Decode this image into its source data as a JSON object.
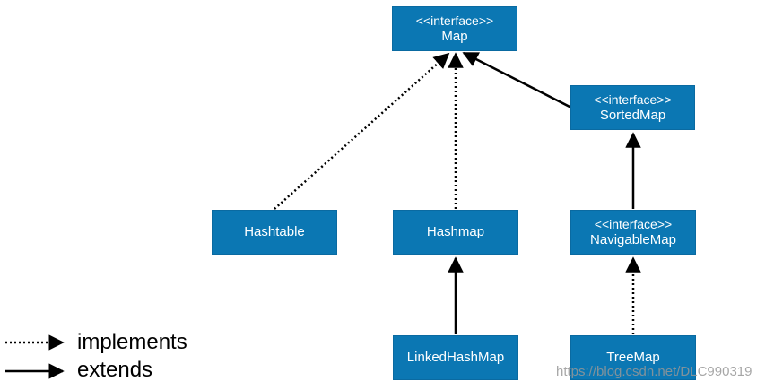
{
  "nodes": {
    "map": {
      "stereotype": "<<interface>>",
      "name": "Map"
    },
    "sortedmap": {
      "stereotype": "<<interface>>",
      "name": "SortedMap"
    },
    "hashtable": {
      "name": "Hashtable"
    },
    "hashmap": {
      "name": "Hashmap"
    },
    "navigablemap": {
      "stereotype": "<<interface>>",
      "name": "NavigableMap"
    },
    "linkedhashmap": {
      "name": "LinkedHashMap"
    },
    "treemap": {
      "name": "TreeMap"
    }
  },
  "edges": [
    {
      "from": "Hashtable",
      "to": "Map",
      "kind": "implements"
    },
    {
      "from": "Hashmap",
      "to": "Map",
      "kind": "implements"
    },
    {
      "from": "SortedMap",
      "to": "Map",
      "kind": "extends"
    },
    {
      "from": "NavigableMap",
      "to": "SortedMap",
      "kind": "extends"
    },
    {
      "from": "LinkedHashMap",
      "to": "Hashmap",
      "kind": "extends"
    },
    {
      "from": "TreeMap",
      "to": "NavigableMap",
      "kind": "implements"
    }
  ],
  "legend": {
    "implements": "implements",
    "extends": "extends"
  },
  "colors": {
    "node_fill": "#0b77b3",
    "node_text": "#ffffff",
    "line": "#000000"
  },
  "watermark": "https://blog.csdn.net/DLC990319"
}
